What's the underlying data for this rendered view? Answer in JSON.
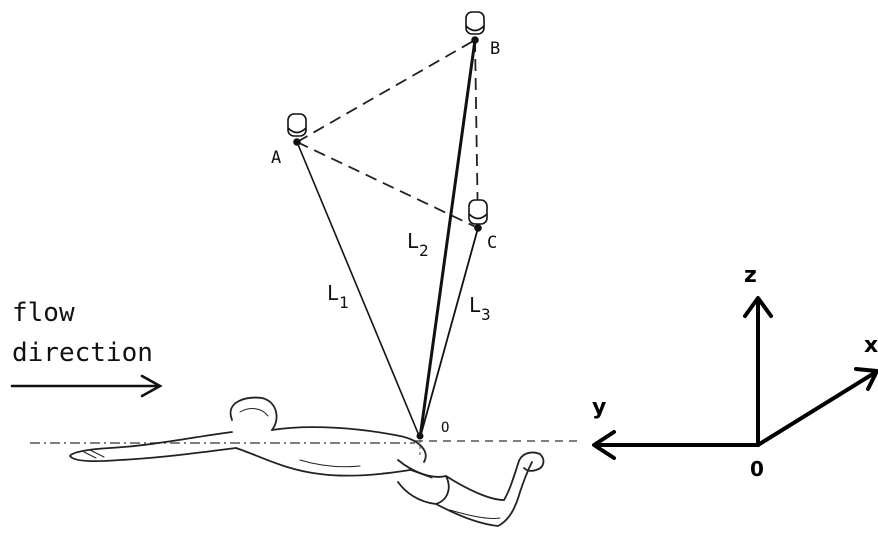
{
  "figure": {
    "points": {
      "a": "A",
      "b": "B",
      "c": "C",
      "o": "O"
    },
    "lines": {
      "l1": "L",
      "l2": "L",
      "l3": "L"
    },
    "subscripts": {
      "l1": "1",
      "l2": "2",
      "l3": "3"
    },
    "flow_label_1": "flow",
    "flow_label_2": "direction",
    "axes": {
      "z": "z",
      "x": "x",
      "y": "y",
      "origin": "0"
    }
  }
}
